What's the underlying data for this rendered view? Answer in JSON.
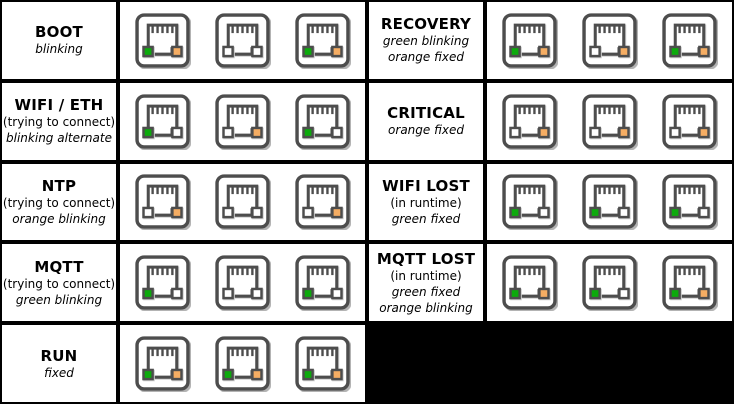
{
  "colors": {
    "background": "#000000",
    "cell_background": "#ffffff",
    "outline": "#4d4d4d",
    "green_led": "#0caa0c",
    "orange_led": "#f5ad63",
    "led_off": "#ffffff",
    "icon_shadow": "#b3b3b3"
  },
  "tables": [
    {
      "name": "left",
      "rows": [
        {
          "title": "BOOT",
          "sublines": [
            {
              "text": "blinking",
              "italic": true
            }
          ],
          "jacks": [
            {
              "green": true,
              "orange": true
            },
            {
              "green": false,
              "orange": false
            },
            {
              "green": true,
              "orange": true
            }
          ]
        },
        {
          "title": "WIFI / ETH",
          "sublines": [
            {
              "text": "(trying to connect)",
              "italic": false
            },
            {
              "text": "blinking alternate",
              "italic": true
            }
          ],
          "jacks": [
            {
              "green": true,
              "orange": false
            },
            {
              "green": false,
              "orange": true
            },
            {
              "green": true,
              "orange": false
            }
          ]
        },
        {
          "title": "NTP",
          "sublines": [
            {
              "text": "(trying to connect)",
              "italic": false
            },
            {
              "text": "orange blinking",
              "italic": true
            }
          ],
          "jacks": [
            {
              "green": false,
              "orange": true
            },
            {
              "green": false,
              "orange": false
            },
            {
              "green": false,
              "orange": true
            }
          ]
        },
        {
          "title": "MQTT",
          "sublines": [
            {
              "text": "(trying to connect)",
              "italic": false
            },
            {
              "text": "green blinking",
              "italic": true
            }
          ],
          "jacks": [
            {
              "green": true,
              "orange": false
            },
            {
              "green": false,
              "orange": false
            },
            {
              "green": true,
              "orange": false
            }
          ]
        },
        {
          "title": "RUN",
          "sublines": [
            {
              "text": "fixed",
              "italic": true
            }
          ],
          "jacks": [
            {
              "green": true,
              "orange": true
            },
            {
              "green": true,
              "orange": true
            },
            {
              "green": true,
              "orange": true
            }
          ]
        }
      ]
    },
    {
      "name": "right",
      "rows": [
        {
          "title": "RECOVERY",
          "sublines": [
            {
              "text": "green blinking",
              "italic": true
            },
            {
              "text": "orange fixed",
              "italic": true
            }
          ],
          "jacks": [
            {
              "green": true,
              "orange": true
            },
            {
              "green": false,
              "orange": true
            },
            {
              "green": true,
              "orange": true
            }
          ]
        },
        {
          "title": "CRITICAL",
          "sublines": [
            {
              "text": "orange fixed",
              "italic": true
            }
          ],
          "jacks": [
            {
              "green": false,
              "orange": true
            },
            {
              "green": false,
              "orange": true
            },
            {
              "green": false,
              "orange": true
            }
          ]
        },
        {
          "title": "WIFI LOST",
          "sublines": [
            {
              "text": "(in runtime)",
              "italic": false
            },
            {
              "text": "green fixed",
              "italic": true
            }
          ],
          "jacks": [
            {
              "green": true,
              "orange": false
            },
            {
              "green": true,
              "orange": false
            },
            {
              "green": true,
              "orange": false
            }
          ]
        },
        {
          "title": "MQTT LOST",
          "sublines": [
            {
              "text": "(in runtime)",
              "italic": false
            },
            {
              "text": "green fixed",
              "italic": true
            },
            {
              "text": "orange blinking",
              "italic": true
            }
          ],
          "jacks": [
            {
              "green": true,
              "orange": true
            },
            {
              "green": true,
              "orange": false
            },
            {
              "green": true,
              "orange": true
            }
          ]
        }
      ]
    }
  ]
}
